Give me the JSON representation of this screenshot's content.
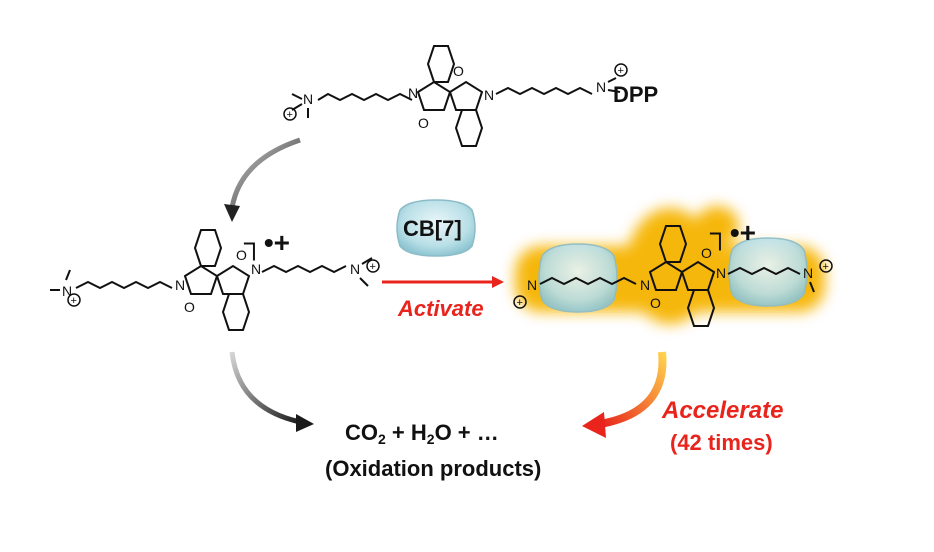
{
  "labels": {
    "dpp": "DPP",
    "cb": "CB[7]",
    "activate": "Activate",
    "accelerate": "Accelerate",
    "times": "(42 times)",
    "products": {
      "co2_c": "CO",
      "co2_sub": "2",
      "plus1": " + H",
      "h2o_sub": "2",
      "h2o_rest": "O + …",
      "line2": "(Oxidation products)"
    },
    "radical_cation": "┐•+"
  },
  "atoms": {
    "n": "N",
    "o": "O",
    "plus": "+"
  },
  "colors": {
    "red": "#e8241c",
    "black": "#111111",
    "glow": "#f5b800",
    "cucurbituril": "#bfe3ea"
  }
}
